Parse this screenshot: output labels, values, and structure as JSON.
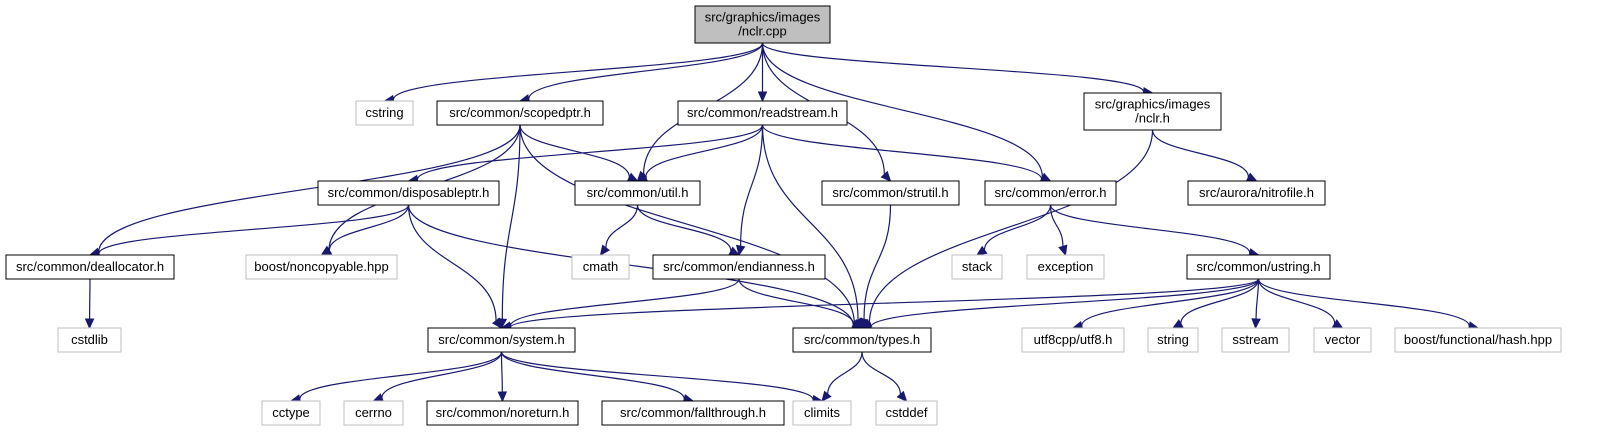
{
  "colors": {
    "root_fill": "#bfbfbf",
    "root_stroke": "#000000",
    "local_stroke": "#000000",
    "external_stroke": "#bfbfbf",
    "edge": "#191970",
    "node_fill": "#ffffff"
  },
  "nodes": [
    {
      "id": "nclr_cpp",
      "lines": [
        "src/graphics/images",
        "/nclr.cpp"
      ],
      "kind": "root"
    },
    {
      "id": "cstring",
      "lines": [
        "cstring"
      ],
      "kind": "external"
    },
    {
      "id": "scopedptr",
      "lines": [
        "src/common/scopedptr.h"
      ],
      "kind": "local"
    },
    {
      "id": "readstream",
      "lines": [
        "src/common/readstream.h"
      ],
      "kind": "local"
    },
    {
      "id": "nclr_h",
      "lines": [
        "src/graphics/images",
        "/nclr.h"
      ],
      "kind": "local"
    },
    {
      "id": "disposableptr",
      "lines": [
        "src/common/disposableptr.h"
      ],
      "kind": "local"
    },
    {
      "id": "util",
      "lines": [
        "src/common/util.h"
      ],
      "kind": "local"
    },
    {
      "id": "strutil",
      "lines": [
        "src/common/strutil.h"
      ],
      "kind": "local"
    },
    {
      "id": "error",
      "lines": [
        "src/common/error.h"
      ],
      "kind": "local"
    },
    {
      "id": "nitrofile",
      "lines": [
        "src/aurora/nitrofile.h"
      ],
      "kind": "local"
    },
    {
      "id": "deallocator",
      "lines": [
        "src/common/deallocator.h"
      ],
      "kind": "local"
    },
    {
      "id": "noncopyable",
      "lines": [
        "boost/noncopyable.hpp"
      ],
      "kind": "external"
    },
    {
      "id": "cmath",
      "lines": [
        "cmath"
      ],
      "kind": "external"
    },
    {
      "id": "endianness",
      "lines": [
        "src/common/endianness.h"
      ],
      "kind": "local"
    },
    {
      "id": "stack",
      "lines": [
        "stack"
      ],
      "kind": "external"
    },
    {
      "id": "exception",
      "lines": [
        "exception"
      ],
      "kind": "external"
    },
    {
      "id": "ustring",
      "lines": [
        "src/common/ustring.h"
      ],
      "kind": "local"
    },
    {
      "id": "cstdlib",
      "lines": [
        "cstdlib"
      ],
      "kind": "external"
    },
    {
      "id": "system",
      "lines": [
        "src/common/system.h"
      ],
      "kind": "local"
    },
    {
      "id": "types",
      "lines": [
        "src/common/types.h"
      ],
      "kind": "local"
    },
    {
      "id": "utf8",
      "lines": [
        "utf8cpp/utf8.h"
      ],
      "kind": "external"
    },
    {
      "id": "string",
      "lines": [
        "string"
      ],
      "kind": "external"
    },
    {
      "id": "sstream",
      "lines": [
        "sstream"
      ],
      "kind": "external"
    },
    {
      "id": "vector",
      "lines": [
        "vector"
      ],
      "kind": "external"
    },
    {
      "id": "hash",
      "lines": [
        "boost/functional/hash.hpp"
      ],
      "kind": "external"
    },
    {
      "id": "cctype",
      "lines": [
        "cctype"
      ],
      "kind": "external"
    },
    {
      "id": "cerrno",
      "lines": [
        "cerrno"
      ],
      "kind": "external"
    },
    {
      "id": "noreturn",
      "lines": [
        "src/common/noreturn.h"
      ],
      "kind": "local"
    },
    {
      "id": "fallthrough",
      "lines": [
        "src/common/fallthrough.h"
      ],
      "kind": "local"
    },
    {
      "id": "climits",
      "lines": [
        "climits"
      ],
      "kind": "external"
    },
    {
      "id": "cstddef",
      "lines": [
        "cstddef"
      ],
      "kind": "external"
    }
  ],
  "edges": [
    {
      "from": "nclr_cpp",
      "to": "cstring"
    },
    {
      "from": "nclr_cpp",
      "to": "scopedptr"
    },
    {
      "from": "nclr_cpp",
      "to": "util"
    },
    {
      "from": "nclr_cpp",
      "to": "readstream"
    },
    {
      "from": "nclr_cpp",
      "to": "strutil"
    },
    {
      "from": "nclr_cpp",
      "to": "error"
    },
    {
      "from": "nclr_cpp",
      "to": "nclr_h"
    },
    {
      "from": "scopedptr",
      "to": "deallocator"
    },
    {
      "from": "scopedptr",
      "to": "noncopyable"
    },
    {
      "from": "scopedptr",
      "to": "system"
    },
    {
      "from": "scopedptr",
      "to": "util"
    },
    {
      "from": "scopedptr",
      "to": "types"
    },
    {
      "from": "readstream",
      "to": "disposableptr"
    },
    {
      "from": "readstream",
      "to": "util"
    },
    {
      "from": "readstream",
      "to": "endianness"
    },
    {
      "from": "readstream",
      "to": "types"
    },
    {
      "from": "readstream",
      "to": "error"
    },
    {
      "from": "nclr_h",
      "to": "nitrofile"
    },
    {
      "from": "nclr_h",
      "to": "types"
    },
    {
      "from": "disposableptr",
      "to": "deallocator"
    },
    {
      "from": "disposableptr",
      "to": "noncopyable"
    },
    {
      "from": "disposableptr",
      "to": "system"
    },
    {
      "from": "disposableptr",
      "to": "types"
    },
    {
      "from": "util",
      "to": "cmath"
    },
    {
      "from": "util",
      "to": "endianness"
    },
    {
      "from": "strutil",
      "to": "types"
    },
    {
      "from": "error",
      "to": "stack"
    },
    {
      "from": "error",
      "to": "exception"
    },
    {
      "from": "error",
      "to": "ustring"
    },
    {
      "from": "deallocator",
      "to": "cstdlib"
    },
    {
      "from": "endianness",
      "to": "system"
    },
    {
      "from": "endianness",
      "to": "types"
    },
    {
      "from": "ustring",
      "to": "system"
    },
    {
      "from": "ustring",
      "to": "types"
    },
    {
      "from": "ustring",
      "to": "utf8"
    },
    {
      "from": "ustring",
      "to": "string"
    },
    {
      "from": "ustring",
      "to": "sstream"
    },
    {
      "from": "ustring",
      "to": "vector"
    },
    {
      "from": "ustring",
      "to": "hash"
    },
    {
      "from": "system",
      "to": "cctype"
    },
    {
      "from": "system",
      "to": "cerrno"
    },
    {
      "from": "system",
      "to": "noreturn"
    },
    {
      "from": "system",
      "to": "fallthrough"
    },
    {
      "from": "system",
      "to": "climits"
    },
    {
      "from": "types",
      "to": "climits"
    },
    {
      "from": "types",
      "to": "cstddef"
    }
  ]
}
